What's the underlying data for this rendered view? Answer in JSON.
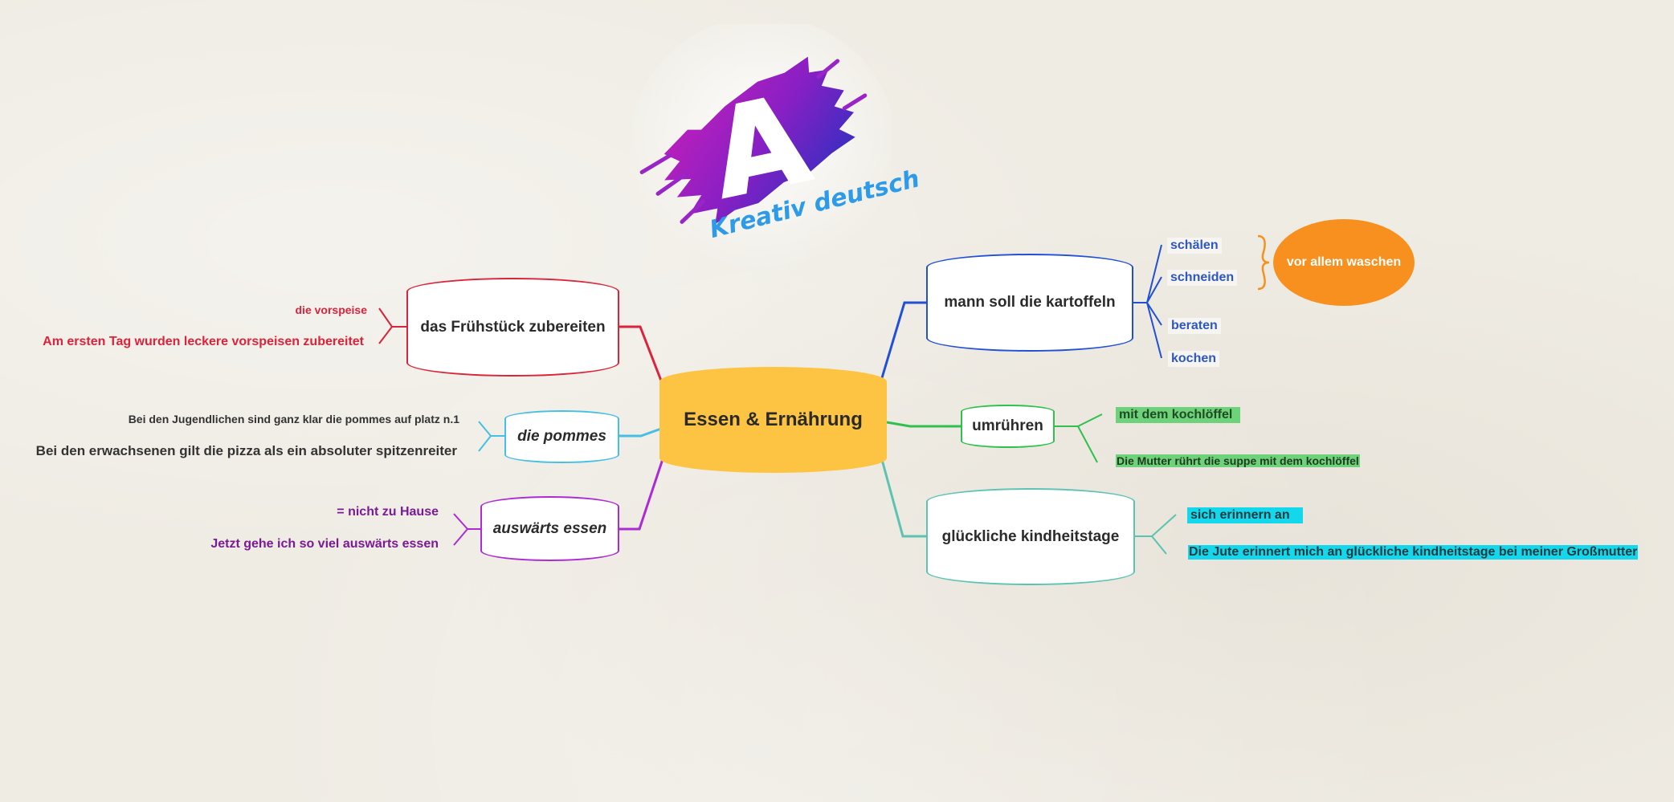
{
  "logo": {
    "letter": "A",
    "caption": "Kreativ deutsch"
  },
  "central": {
    "label": "Essen & Ernährung"
  },
  "branches": {
    "fruehstueck": {
      "label": "das Frühstück zubereiten",
      "items": [
        "die vorspeise",
        "Am ersten Tag wurden leckere vorspeisen  zubereitet"
      ]
    },
    "pommes": {
      "label": "die pommes",
      "items": [
        "Bei den Jugendlichen sind ganz  klar die pommes auf platz n.1",
        "Bei den erwachsenen gilt die pizza als ein  absoluter spitzenreiter"
      ]
    },
    "auswaerts": {
      "label": "auswärts essen",
      "items": [
        "= nicht zu Hause",
        "Jetzt gehe ich so viel auswärts essen"
      ]
    },
    "kartoffeln": {
      "label": "mann soll  die kartoffeln",
      "items": [
        "schälen",
        "schneiden",
        "beraten",
        "kochen"
      ],
      "summary": "vor allem waschen"
    },
    "umruehren": {
      "label": "umrühren",
      "items": [
        "mit dem kochlöffel",
        "Die Mutter rührt die suppe mit dem kochlöffel"
      ]
    },
    "kindheit": {
      "label": "glückliche kindheitstage",
      "items": [
        "sich erinnern an",
        "Die Jute erinnert mich an glückliche kindheitstage bei meiner Großmutter"
      ]
    }
  },
  "colors": {
    "central": "#fdc443",
    "fruehstueck": "#d9243b",
    "pommes": "#45bfe3",
    "auswaerts": "#ad2bd3",
    "kartoffeln": "#2150d6",
    "umruehren": "#2fc04d",
    "kindheit": "#5cc3b3",
    "summary": "#f7901e",
    "highlight_green": "#6ed27a",
    "highlight_cyan": "#14d7ec"
  }
}
